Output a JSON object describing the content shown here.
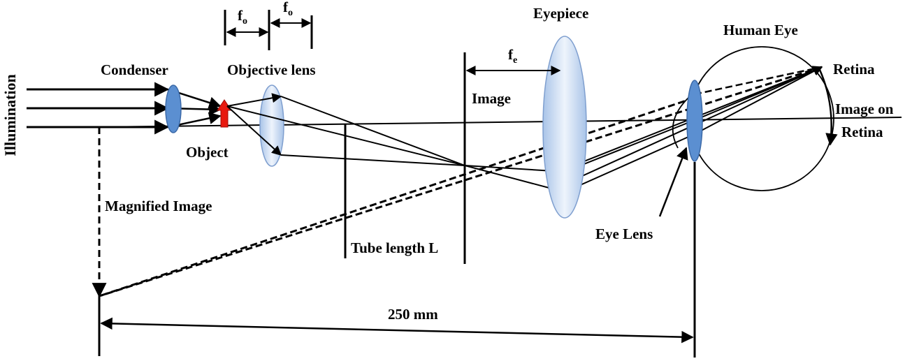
{
  "labels": {
    "illumination": "Illumination",
    "condenser": "Condenser",
    "objective_lens": "Objective lens",
    "object": "Object",
    "image": "Image",
    "eyepiece": "Eyepiece",
    "human_eye": "Human Eye",
    "retina": "Retina",
    "image_on_retina_1": "Image on",
    "image_on_retina_2": "Retina",
    "magnified_image": "Magnified Image",
    "tube_length": "Tube length L",
    "eye_lens": "Eye Lens",
    "distance": "250 mm",
    "focal_symbol": "f",
    "sub_o": "o",
    "sub_e": "e"
  },
  "colors": {
    "lens_blue": "#5b8fd1",
    "lens_light": "#c9daf0",
    "object_red": "#e8190f",
    "line": "#000000"
  }
}
